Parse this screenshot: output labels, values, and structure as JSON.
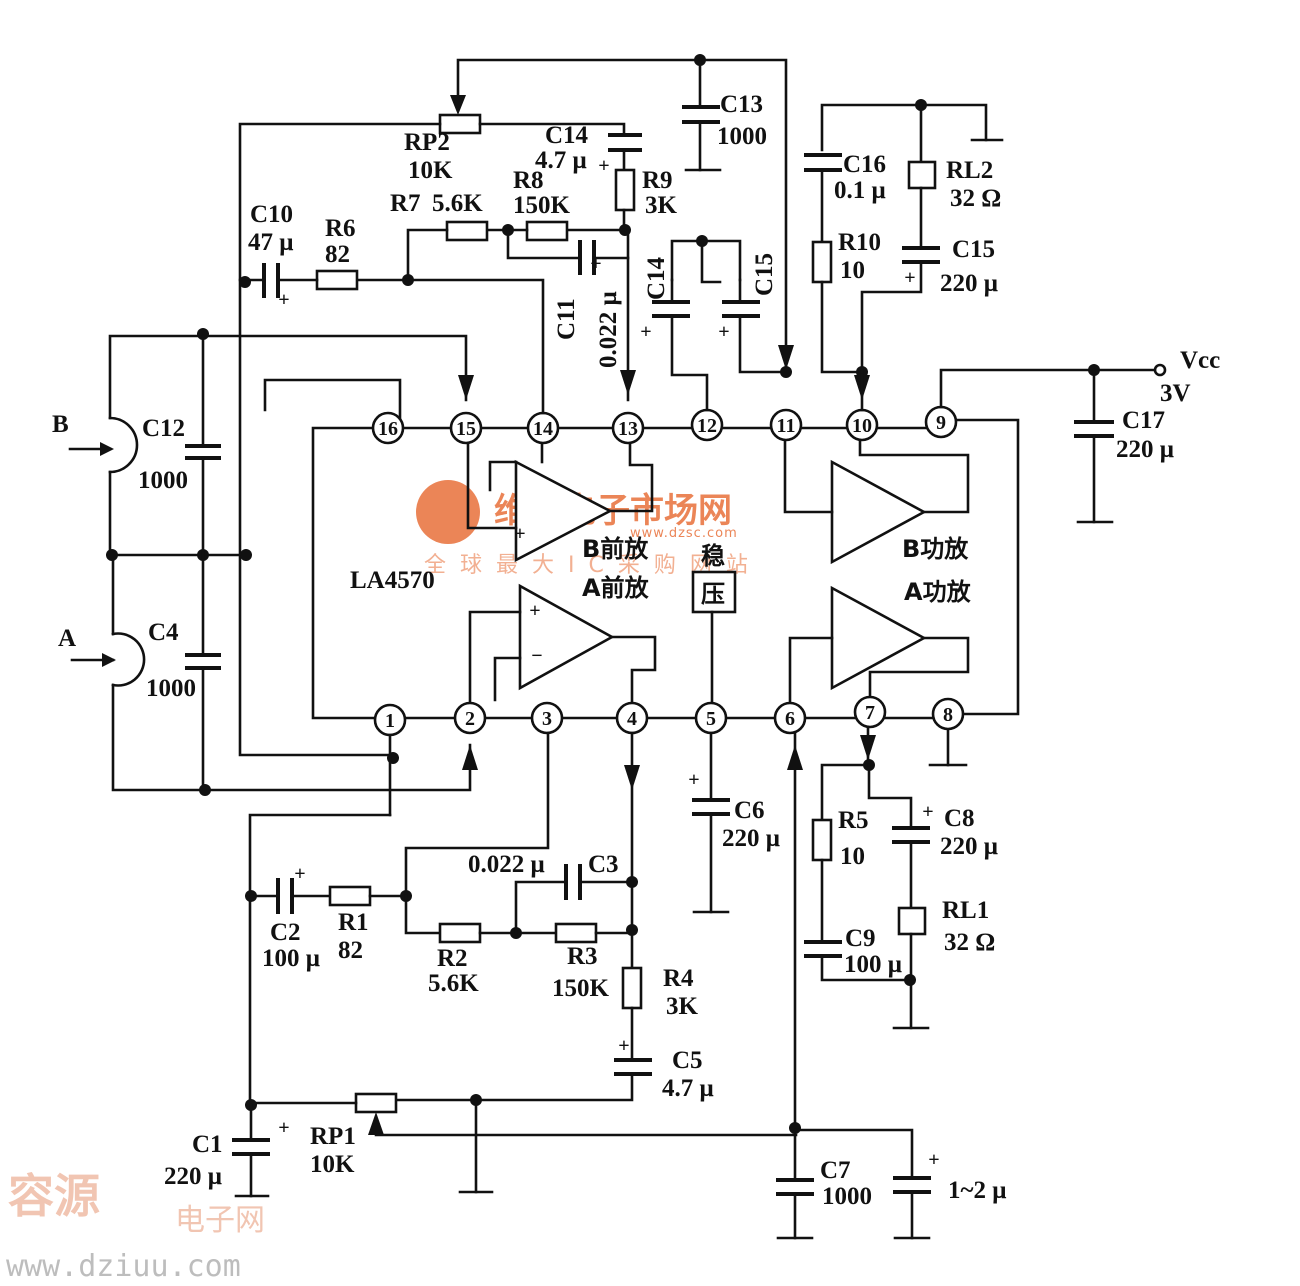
{
  "ic": {
    "name": "LA4570",
    "pins": [
      "16",
      "15",
      "14",
      "13",
      "12",
      "11",
      "10",
      "9",
      "1",
      "2",
      "3",
      "4",
      "5",
      "6",
      "7",
      "8"
    ],
    "blocks": {
      "b_pre": "B前放",
      "a_pre": "A前放",
      "regulator_line1": "稳",
      "regulator_line2": "压",
      "b_power": "B功放",
      "a_power": "A功放"
    }
  },
  "inputs": {
    "b": "B",
    "a": "A"
  },
  "supply": {
    "name": "Vcc",
    "value": "3V"
  },
  "components": {
    "rp2": {
      "name": "RP2",
      "value": "10K"
    },
    "c14a": {
      "name": "C14",
      "value": "4.7 μ"
    },
    "c13": {
      "name": "C13",
      "value": "1000"
    },
    "r8": {
      "name": "R8",
      "value": "150K"
    },
    "r7": {
      "name": "R7",
      "value": "5.6K"
    },
    "r9": {
      "name": "R9",
      "value": "3K"
    },
    "c10": {
      "name": "C10",
      "value": "47 μ"
    },
    "r6": {
      "name": "R6",
      "value": "82"
    },
    "c11": {
      "name": "C11",
      "value": "0.022 μ"
    },
    "c14b": {
      "name": "C14"
    },
    "c15b": {
      "name": "C15"
    },
    "c16": {
      "name": "C16",
      "value": "0.1 μ"
    },
    "rl2": {
      "name": "RL2",
      "value": "32 Ω"
    },
    "c15": {
      "name": "C15",
      "value": "220 μ"
    },
    "r10": {
      "name": "R10",
      "value": "10"
    },
    "c17": {
      "name": "C17",
      "value": "220 μ"
    },
    "c12": {
      "name": "C12",
      "value": "1000"
    },
    "c4": {
      "name": "C4",
      "value": "1000"
    },
    "c3": {
      "name": "C3",
      "value": "0.022 μ"
    },
    "c6": {
      "name": "C6",
      "value": "220 μ"
    },
    "r5": {
      "name": "R5",
      "value": "10"
    },
    "c8": {
      "name": "C8",
      "value": "220 μ"
    },
    "rl1": {
      "name": "RL1",
      "value": "32 Ω"
    },
    "c9": {
      "name": "C9",
      "value": "100 μ"
    },
    "c2": {
      "name": "C2",
      "value": "100 μ"
    },
    "r1": {
      "name": "R1",
      "value": "82"
    },
    "r2": {
      "name": "R2",
      "value": "5.6K"
    },
    "r3": {
      "name": "R3",
      "value": "150K"
    },
    "r4": {
      "name": "R4",
      "value": "3K"
    },
    "c5": {
      "name": "C5",
      "value": "4.7 μ"
    },
    "c1": {
      "name": "C1",
      "value": "220 μ"
    },
    "rp1": {
      "name": "RP1",
      "value": "10K"
    },
    "c7": {
      "name": "C7",
      "value": "1000"
    },
    "cx": {
      "value": "1~2 μ"
    }
  },
  "watermarks": {
    "top_brand": "维库电子市场网",
    "top_url": "www.dzsc.com",
    "top_slogan": "全球最大IC采购网站",
    "bottom_brand": "容源",
    "bottom_sub": "电子网",
    "bottom_url": "www.dziuu.com"
  }
}
